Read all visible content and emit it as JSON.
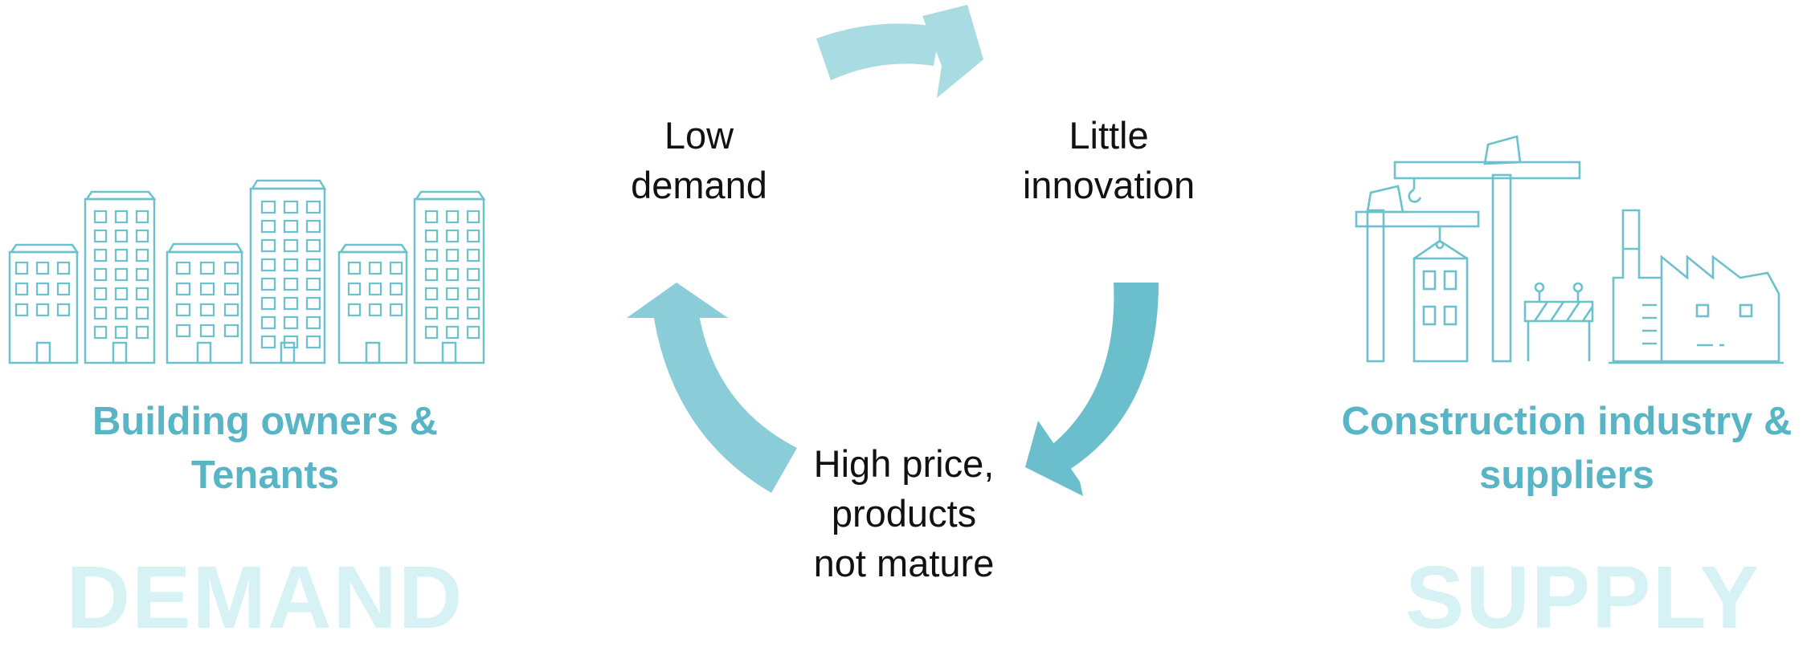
{
  "cycle": {
    "low_demand": "Low\ndemand",
    "little_innovation": "Little\ninnovation",
    "high_price": "High price,\nproducts\nnot mature"
  },
  "demand": {
    "title": "Building owners &\nTenants",
    "watermark": "DEMAND",
    "icon": "buildings-icon"
  },
  "supply": {
    "title": "Construction industry &\nsuppliers",
    "watermark": "SUPPLY",
    "icon": "construction-site-icon"
  },
  "colors": {
    "accent_text": "#58b5c6",
    "icon_stroke": "#6cc2cc",
    "arrow_light": "#a9dbe2",
    "arrow_mid": "#6bbfcd",
    "arrow_left": "#8acdd8",
    "watermark": "#d6f2f5"
  }
}
